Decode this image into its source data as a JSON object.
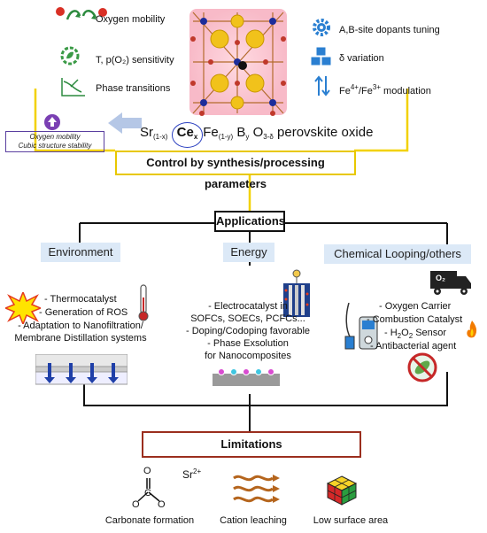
{
  "top_left": {
    "items": [
      "Oxygen mobility",
      "T, p(O₂) sensitivity",
      "Phase transitions"
    ],
    "icons": [
      "exchange-arrows-icon",
      "gear-leaf-icon",
      "phase-diagram-icon"
    ]
  },
  "top_right": {
    "items": [
      "A,B-site dopants tuning",
      "δ variation"
    ],
    "fe_a": "Fe",
    "fe_a_sup": "4+",
    "fe_b": "/Fe",
    "fe_b_sup": "3+",
    "fe_tail": " modulation",
    "icons": [
      "gear-icon",
      "cubes-icon",
      "up-down-arrows-icon"
    ]
  },
  "left_note": {
    "line1": "Oxygen mobility",
    "line2": "Cubic structure stability"
  },
  "formula": {
    "sr": "Sr",
    "sr_sub": "(1-x)",
    "ce": "Ce",
    "ce_sub": "x",
    "fe": "Fe",
    "fe_sub": "(1-y)",
    "b": "B",
    "b_sub": "y",
    "o": "O",
    "o_sub": "3-δ",
    "tail": "perovskite oxide"
  },
  "control_box": "Control by synthesis/processing parameters",
  "applications_box": "Applications",
  "categories": [
    "Environment",
    "Energy",
    "Chemical Looping/others"
  ],
  "environment": [
    "- Thermocatalyst",
    "- Generation of ROS",
    "- Adaptation to Nanofiltration/",
    "Membrane Distillation systems"
  ],
  "energy": [
    "- Electrocatalyst in",
    "SOFCs, SOECs, PCFCs...",
    "- Doping/Codoping favorable",
    "- Phase Exsolution",
    "for Nanocomposites"
  ],
  "chemical": {
    "items": [
      "- Oxygen Carrier",
      "- Combustion Catalyst"
    ],
    "h2o2_a": "- H",
    "h2o2_sub1": "2",
    "h2o2_b": "O",
    "h2o2_sub2": "2",
    "h2o2_c": " Sensor",
    "last": "- Antibacterial agent",
    "truck_label": "O₂"
  },
  "limitations_box": "Limitations",
  "limitations": {
    "labels": [
      "Carbonate formation",
      "Cation leaching",
      "Low surface area"
    ],
    "ion": "Sr",
    "ion_sup": "2+",
    "carbonate_o": "O",
    "carbonate_c": "C"
  },
  "colors": {
    "yellow": "#f2d100",
    "black": "#111111",
    "red": "#9b2e1e",
    "blue": "#1f5fbf",
    "purple": "#5a3fa0",
    "category_bg": "#dce9f7"
  }
}
